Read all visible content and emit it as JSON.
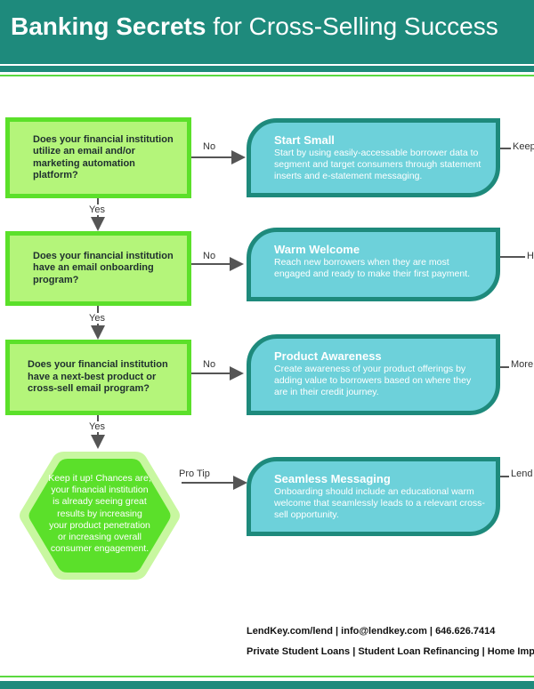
{
  "header": {
    "title_bold": "Banking Secrets",
    "title_rest": "for Cross-Selling Success"
  },
  "questions": [
    "Does your financial institution utilize an email and/or marketing automation platform?",
    "Does your financial institution have an email onboarding program?",
    "Does your financial institution have a next-best product or cross-sell email program?"
  ],
  "labels": {
    "no": "No",
    "yes": "Yes",
    "pro_tip": "Pro Tip"
  },
  "answers": [
    {
      "title": "Start Small",
      "body": "Start by using easily-accessable borrower data to segment and target consumers through statement inserts and e-statement messaging."
    },
    {
      "title": "Warm Welcome",
      "body": "Reach new borrowers when they are most engaged and ready to make their first payment."
    },
    {
      "title": "Product Awareness",
      "body": "Create awareness of your product offerings by adding value to borrowers based on where they are in their credit journey."
    },
    {
      "title": "Seamless Messaging",
      "body": "Onboarding should include an educational warm welcome that seamlessly leads to a relevant cross-sell opportunity."
    }
  ],
  "right_labels": [
    "Keep",
    "H",
    "More",
    "Lend"
  ],
  "outcome": "Keep it up! Chances are, your financial institution is already seeing great results by increasing your product penetration or increasing overall consumer engagement.",
  "footer": {
    "contact": "LendKey.com/lend | info@lendkey.com | 646.626.7414",
    "products": "Private Student Loans  |  Student Loan Refinancing  |  Home Impro"
  },
  "colors": {
    "teal": "#1e8a7c",
    "light_teal": "#6dd1da",
    "green": "#5be02a",
    "light_green": "#b4f57a"
  }
}
